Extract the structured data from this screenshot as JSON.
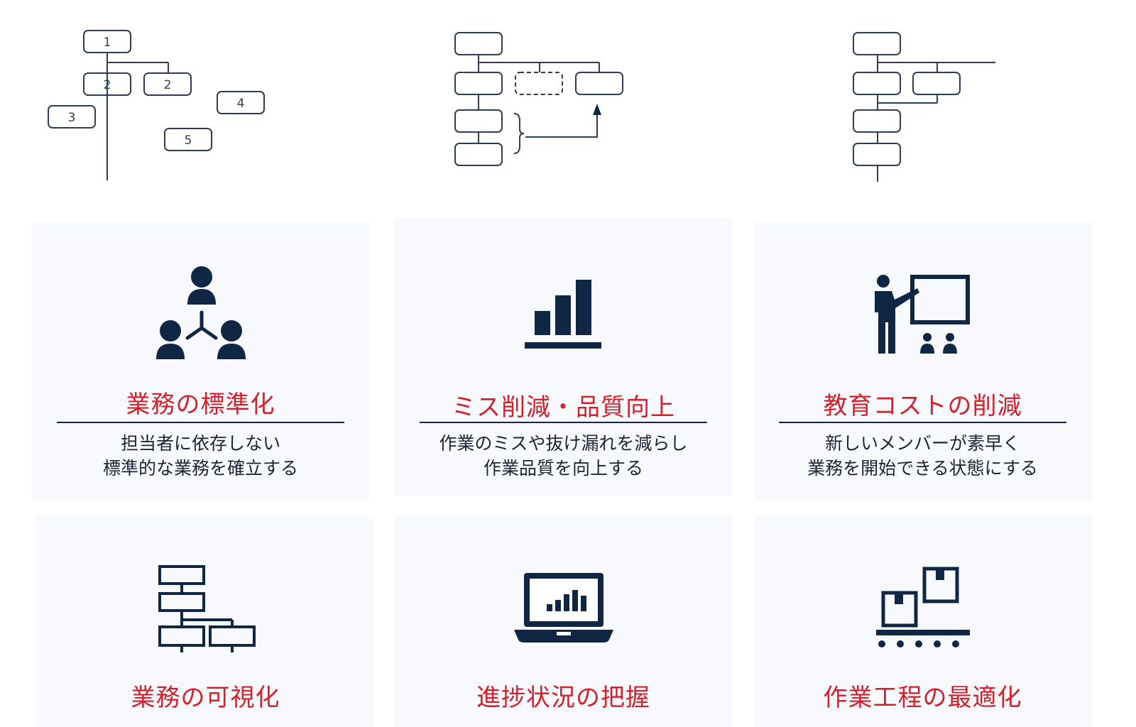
{
  "diagrams": {
    "left": {
      "box_labels": [
        "1",
        "2",
        "2",
        "3",
        "4",
        "5"
      ]
    }
  },
  "cards": [
    {
      "title": "業務の標準化",
      "desc_line1": "担当者に依存しない",
      "desc_line2": "標準的な業務を確立する",
      "icon": "team-network-icon"
    },
    {
      "title": "ミス削減・品質向上",
      "desc_line1": "作業のミスや抜け漏れを減らし",
      "desc_line2": "作業品質を向上する",
      "icon": "bar-chart-icon"
    },
    {
      "title": "教育コストの削減",
      "desc_line1": "新しいメンバーが素早く",
      "desc_line2": "業務を開始できる状態にする",
      "icon": "presenter-icon"
    },
    {
      "title": "業務の可視化",
      "icon": "flowchart-icon"
    },
    {
      "title": "進捗状況の把握",
      "icon": "laptop-chart-icon"
    },
    {
      "title": "作業工程の最適化",
      "icon": "conveyor-boxes-icon"
    }
  ],
  "colors": {
    "navy": "#0f2645",
    "red": "#d61f2b",
    "card_bg": "#f7f9fc"
  }
}
